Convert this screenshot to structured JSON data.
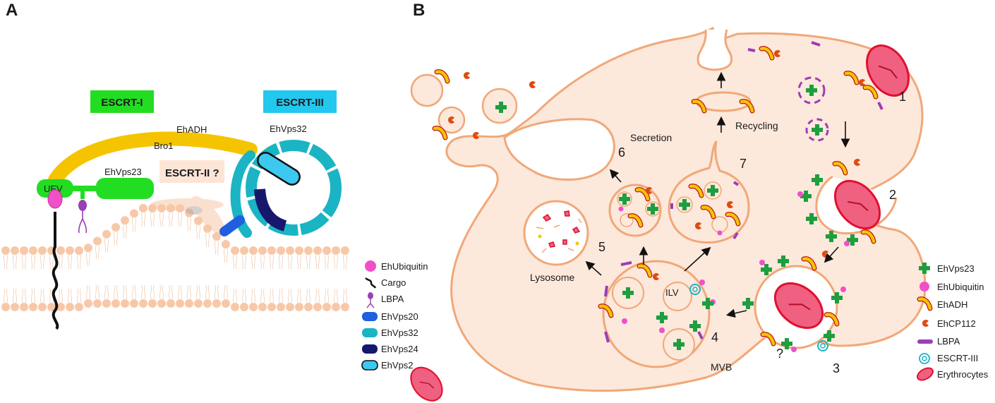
{
  "panel_a": {
    "letter": "A",
    "escrt_i": "ESCRT-I",
    "escrt_iii": "ESCRT-III",
    "escrt_ii": "ESCRT-II ?",
    "ehadh": "EhADH",
    "bro1": "Bro1",
    "ehvps32": "EhVps32",
    "ehvps23": "EhVps23",
    "uev": "UEV",
    "legend": [
      {
        "icon": "ubiquitin-icon",
        "color": "#f050c8",
        "label": "EhUbiquitin"
      },
      {
        "icon": "cargo-icon",
        "color": "#111111",
        "label": "Cargo"
      },
      {
        "icon": "lbpa-icon",
        "color": "#9b3fb5",
        "label": "LBPA"
      },
      {
        "icon": "vps20-swatch",
        "color": "#1f5fe0",
        "label": "EhVps20"
      },
      {
        "icon": "vps32-swatch",
        "color": "#1ab4c4",
        "label": "EhVps32"
      },
      {
        "icon": "vps24-swatch",
        "color": "#17176b",
        "label": "EhVps24"
      },
      {
        "icon": "vps2-swatch",
        "color": "#3dc8f0",
        "label": "EhVps2"
      }
    ]
  },
  "panel_b": {
    "letter": "B",
    "secretion": "Secretion",
    "recycling": "Recycling",
    "lysosome": "Lysosome",
    "ilv": "ILV",
    "mvb": "MVB",
    "question": "?",
    "steps": [
      "1",
      "2",
      "3",
      "4",
      "5",
      "6",
      "7"
    ],
    "legend": [
      {
        "icon": "ehvps23-icon",
        "color": "#1e9e3e",
        "label": "EhVps23"
      },
      {
        "icon": "ehubiquitin-icon",
        "color": "#f050c8",
        "label": "EhUbiquitin"
      },
      {
        "icon": "ehadh-icon",
        "color": "#f5c400",
        "label": "EhADH"
      },
      {
        "icon": "ehcp112-icon",
        "color": "#e04a10",
        "label": "EhCP112"
      },
      {
        "icon": "lbpa-icon",
        "color": "#9b3fb5",
        "label": "LBPA"
      },
      {
        "icon": "escrt-iii-icon",
        "color": "#1ab4c4",
        "label": "ESCRT-III"
      },
      {
        "icon": "erythrocyte-icon",
        "color": "#e02040",
        "label": "Erythrocytes"
      }
    ]
  },
  "colors": {
    "escrt_i": "#22dd22",
    "escrt_iii": "#22c8ee",
    "bro1": "#f5c400",
    "cell_fill": "#fde8dc",
    "cell_stroke": "#f0a878",
    "membrane": "#f7c8a8"
  }
}
